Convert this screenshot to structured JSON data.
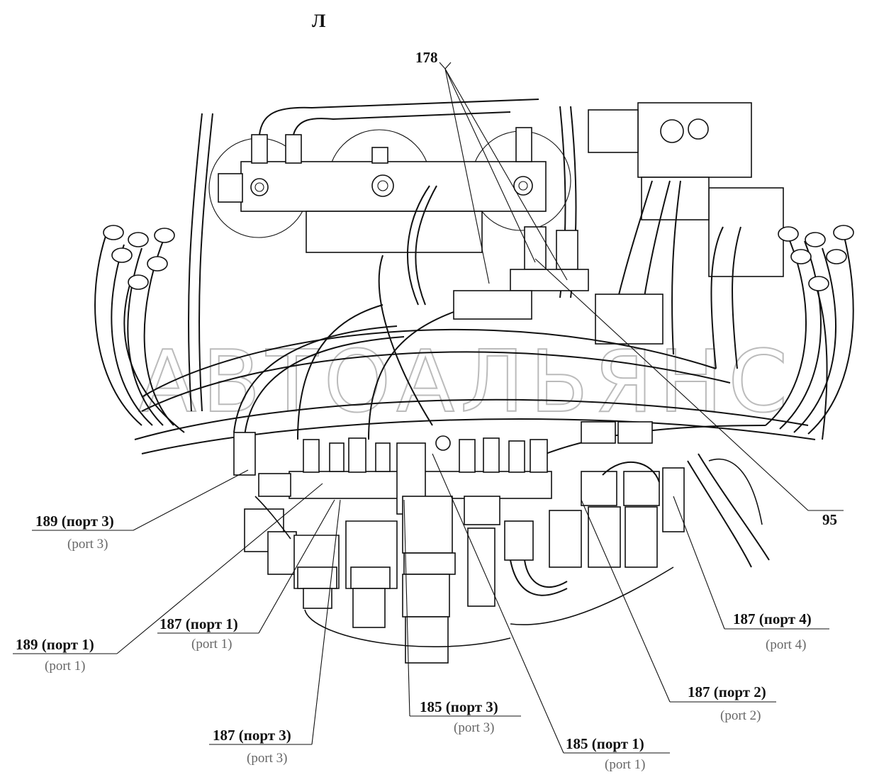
{
  "view_label": "Л",
  "watermark": "АВТОАЛЬЯНС",
  "callouts": [
    {
      "ru": "178",
      "en": ""
    },
    {
      "ru": "95",
      "en": ""
    },
    {
      "ru": "189 (порт 3)",
      "en": "(port 3)"
    },
    {
      "ru": "189 (порт 1)",
      "en": "(port 1)"
    },
    {
      "ru": "187 (порт 1)",
      "en": "(port 1)"
    },
    {
      "ru": "187 (порт 3)",
      "en": "(port 3)"
    },
    {
      "ru": "185 (порт 3)",
      "en": "(port 3)"
    },
    {
      "ru": "185 (порт 1)",
      "en": "(port 1)"
    },
    {
      "ru": "187 (порт 2)",
      "en": "(port 2)"
    },
    {
      "ru": "187 (порт 4)",
      "en": "(port 4)"
    }
  ]
}
